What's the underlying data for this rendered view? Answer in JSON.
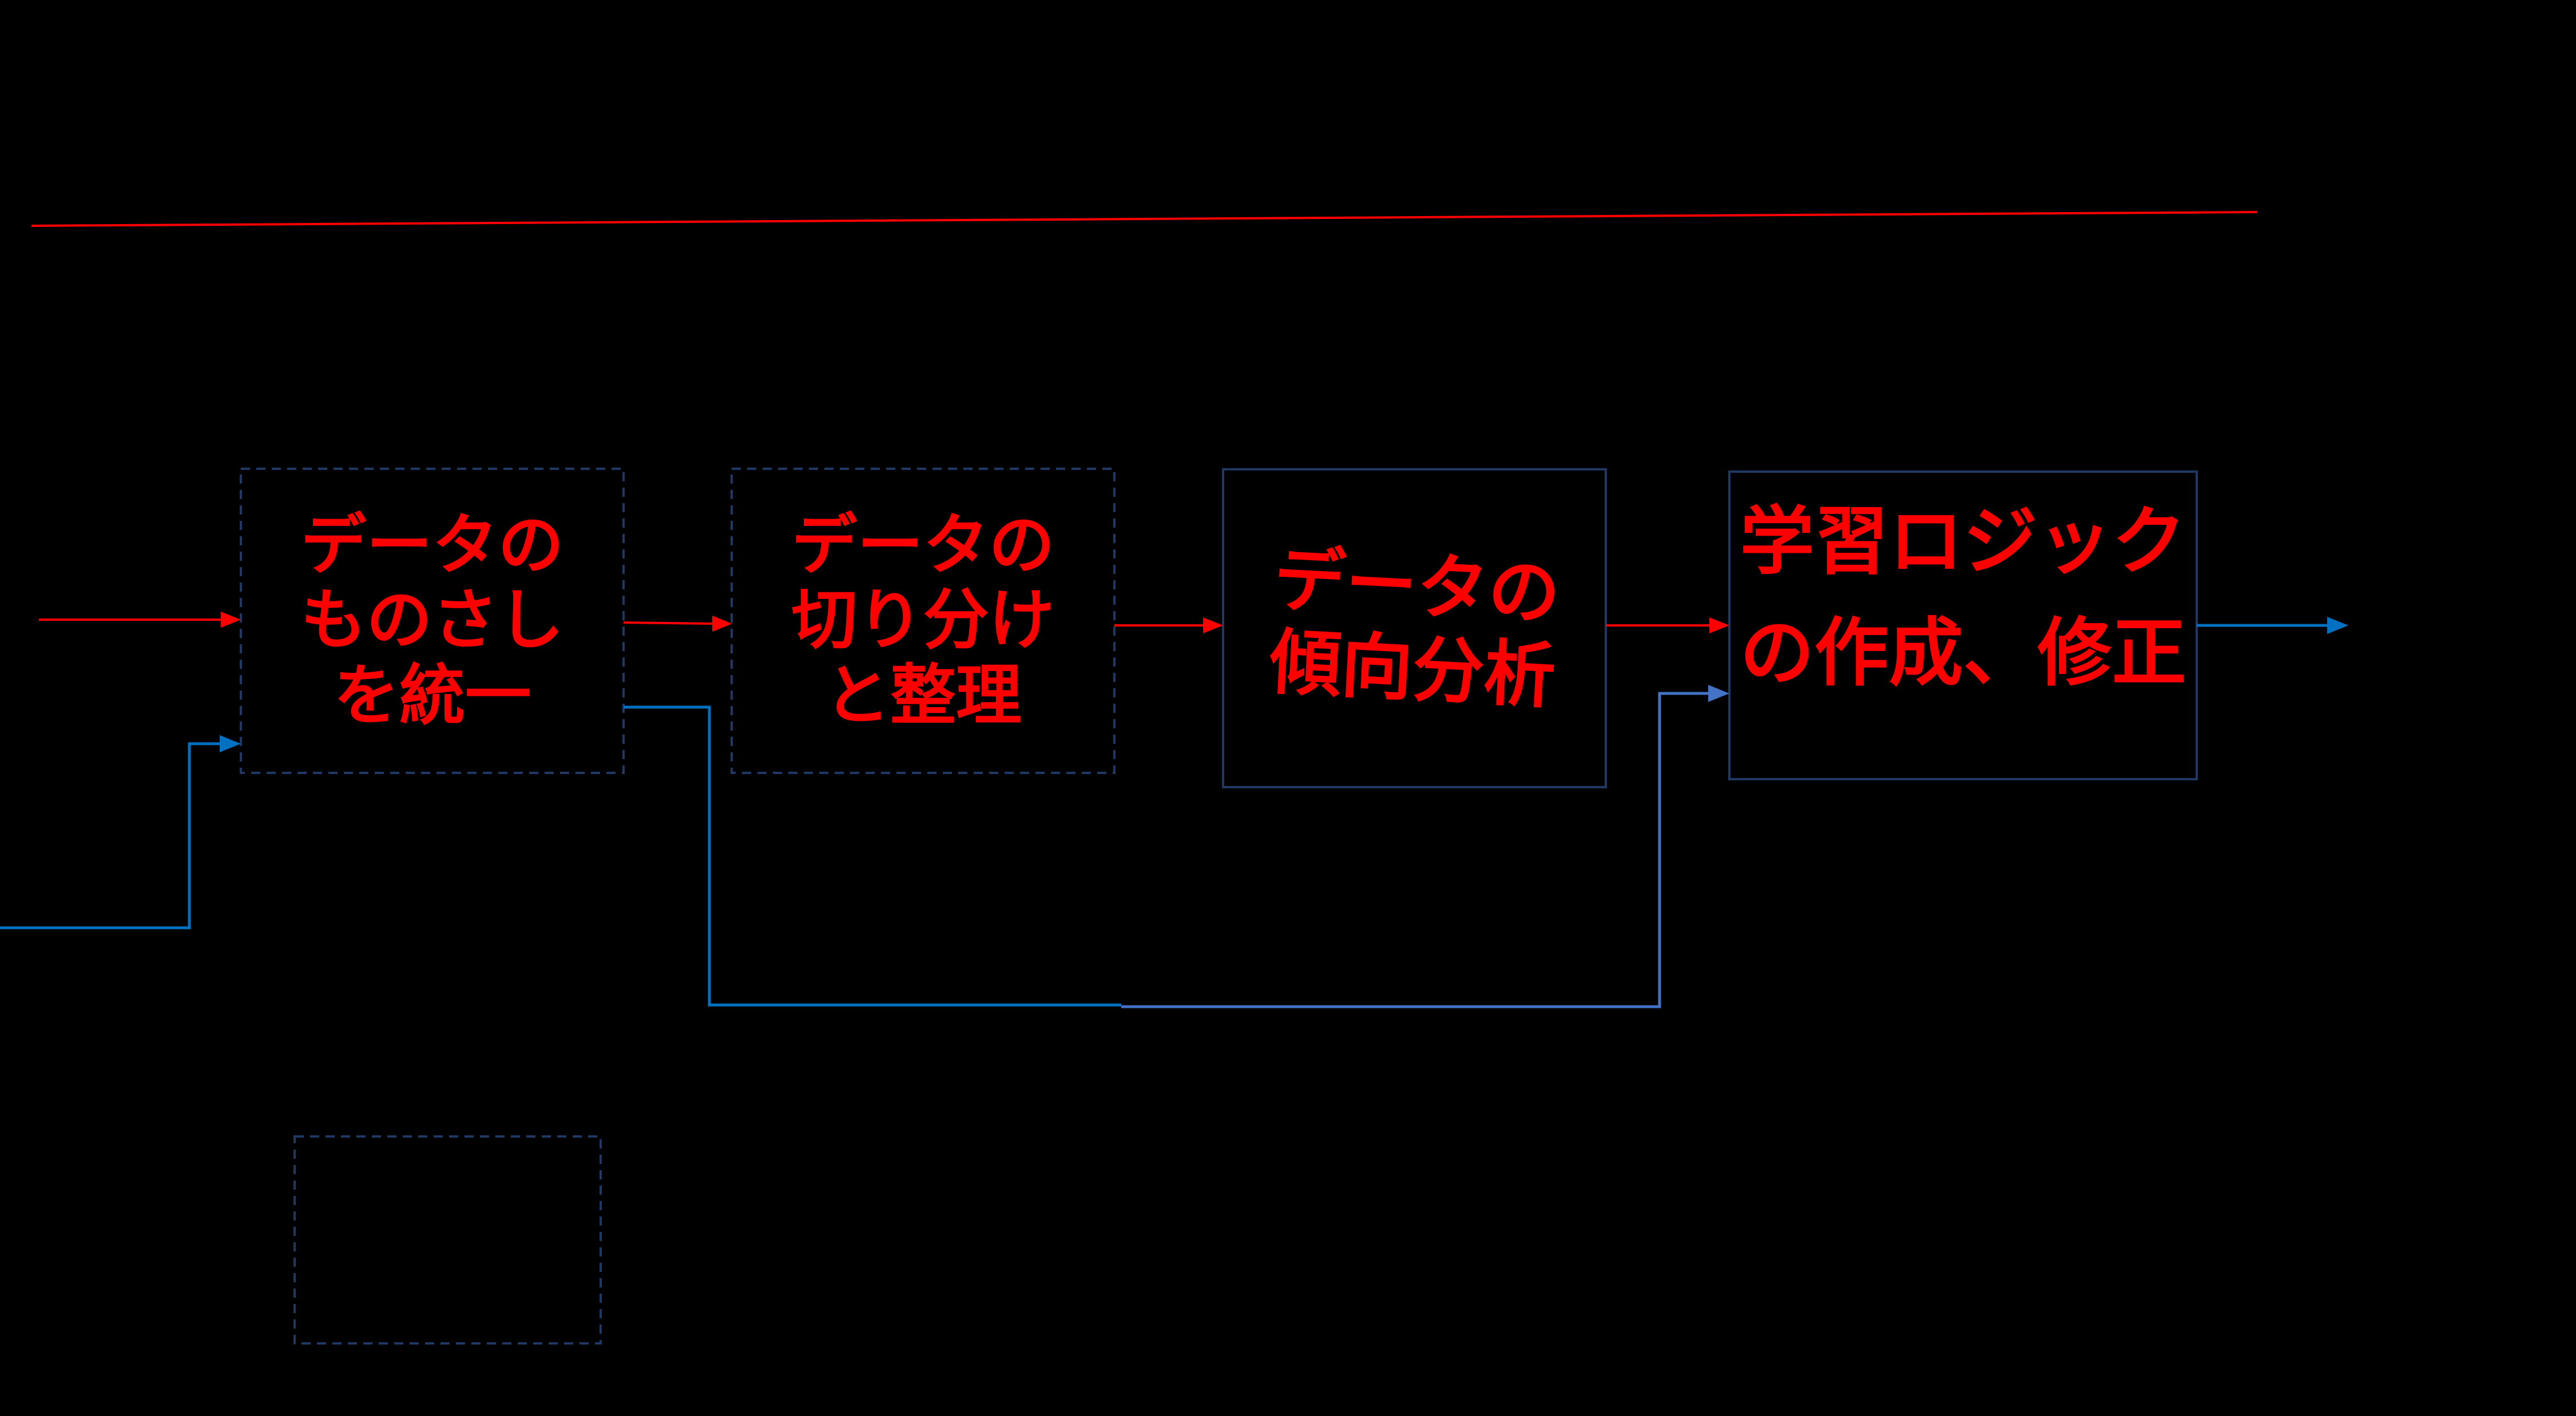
{
  "colors": {
    "background": "#000000",
    "label_red": "#FF0000",
    "forward_arrow_red": "#FF0000",
    "feedback_blue_bright": "#0070C0",
    "feedback_blue_soft": "#4472C4",
    "box_border_navy": "#1F3864"
  },
  "top_rule": {
    "color": "#FF0000",
    "style": "thin slightly tilted horizontal line"
  },
  "flowchart": {
    "flow_order": "left-to-right",
    "steps": [
      {
        "id": "unify-data-scale",
        "border_style": "dashed",
        "label_lines": [
          "データの",
          "ものさし",
          "を統一"
        ]
      },
      {
        "id": "data-split-organize",
        "border_style": "dashed",
        "label_lines": [
          "データの",
          "切り分け",
          "と整理"
        ]
      },
      {
        "id": "data-trend-analysis",
        "border_style": "solid",
        "label_lines": [
          "データの",
          "傾向分析"
        ]
      },
      {
        "id": "learning-logic",
        "border_style": "solid",
        "label_lines": [
          "学習ロジック",
          "の作成、修正"
        ]
      }
    ],
    "empty_box": {
      "id": "empty-placeholder-box",
      "border_style": "dashed",
      "label_lines": []
    },
    "connectors": {
      "forward_color": "#FF0000",
      "feedback_left_color": "#0070C0",
      "feedback_right_color": "#4472C4",
      "exit_color": "#0070C0"
    }
  }
}
